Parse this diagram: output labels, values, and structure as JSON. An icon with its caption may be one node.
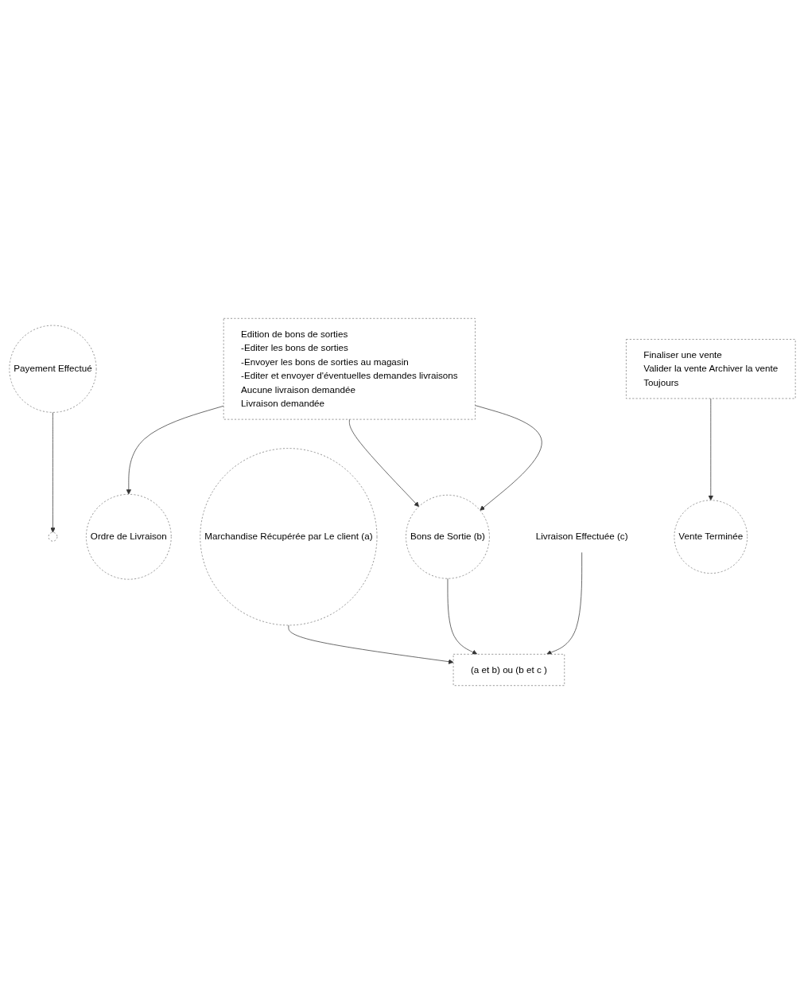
{
  "diagram": {
    "nodes": [
      {
        "text": [
          "Payement Effectué"
        ]
      },
      {
        "text": [],
        "shape": "circle"
      },
      {
        "text": [
          "Edition de bons de sorties",
          "-Editer les bons de sorties",
          "-Envoyer les bons de sorties au magasin",
          "-Editer et envoyer d'éventuelles demandes livraisons",
          "Aucune livraison demandée",
          "Livraison demandée"
        ]
      },
      {
        "text": [
          "Ordre de Livraison"
        ]
      },
      {
        "text": [
          "Bons de Sortie (b)"
        ]
      },
      {
        "text": [
          "Marchandise Récupérée par Le client (a)"
        ]
      },
      {
        "text": [
          "Livraison Effectuée (c)"
        ]
      },
      {
        "text": [
          "(a et b) ou (b et c )"
        ]
      },
      {
        "text": [
          "Finaliser une vente",
          "Valider la vente Archiver la vente",
          "Toujours"
        ]
      },
      {
        "text": [
          "Vente Terminée"
        ]
      }
    ],
    "edges": [
      {
        "from": 0,
        "to": 1,
        "arrow": "to"
      },
      {
        "from": 2,
        "to": 4,
        "arrow": "to"
      },
      {
        "from": 2,
        "to": 4,
        "arrow": "to"
      },
      {
        "from": 2,
        "to": 3,
        "arrow": "to"
      },
      {
        "from": 5,
        "to": 7,
        "arrow": "to"
      },
      {
        "from": 4,
        "to": 7,
        "arrow": "to"
      },
      {
        "from": 6,
        "to": 7,
        "arrow": "to"
      },
      {
        "from": 8,
        "to": 9,
        "arrow": "to"
      }
    ]
  }
}
